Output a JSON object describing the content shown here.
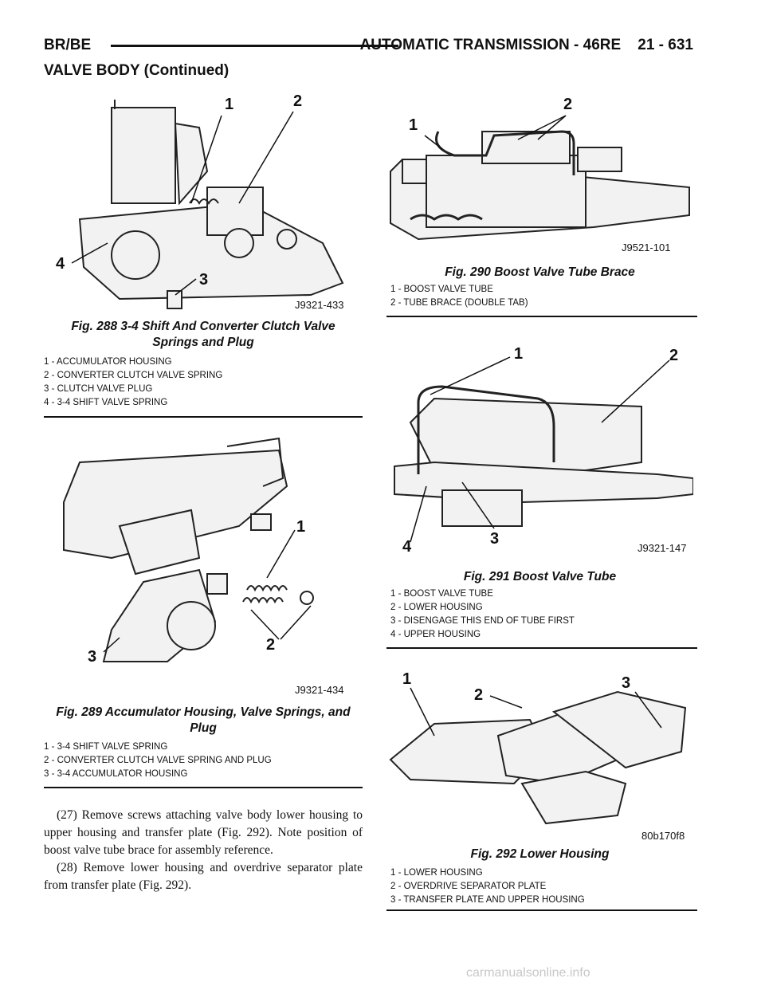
{
  "header": {
    "left": "BR/BE",
    "right": "AUTOMATIC TRANSMISSION - 46RE    21 - 631"
  },
  "section_title": "VALVE BODY (Continued)",
  "figures": {
    "fig288": {
      "code": "J9321-433",
      "callouts": [
        "1",
        "2",
        "3",
        "4"
      ],
      "caption_line1": "Fig. 288 3-4 Shift And Converter Clutch Valve",
      "caption_line2": "Springs and Plug",
      "legend": [
        "1 - ACCUMULATOR HOUSING",
        "2 - CONVERTER CLUTCH VALVE SPRING",
        "3 - CLUTCH VALVE PLUG",
        "4 - 3-4 SHIFT VALVE SPRING"
      ]
    },
    "fig289": {
      "code": "J9321-434",
      "callouts": [
        "1",
        "2",
        "3"
      ],
      "caption_line1": "Fig. 289 Accumulator Housing, Valve Springs, and",
      "caption_line2": "Plug",
      "legend": [
        "1 - 3-4 SHIFT VALVE SPRING",
        "2 - CONVERTER CLUTCH VALVE SPRING AND PLUG",
        "3 - 3-4 ACCUMULATOR HOUSING"
      ]
    },
    "fig290": {
      "code": "J9521-101",
      "callouts": [
        "1",
        "2"
      ],
      "caption": "Fig. 290 Boost Valve Tube Brace",
      "legend": [
        "1 - BOOST VALVE TUBE",
        "2 - TUBE BRACE (DOUBLE TAB)"
      ]
    },
    "fig291": {
      "code": "J9321-147",
      "callouts": [
        "1",
        "2",
        "3",
        "4"
      ],
      "caption": "Fig. 291 Boost Valve Tube",
      "legend": [
        "1 - BOOST VALVE TUBE",
        "2 - LOWER HOUSING",
        "3 - DISENGAGE THIS END OF TUBE FIRST",
        "4 - UPPER HOUSING"
      ]
    },
    "fig292": {
      "code": "80b170f8",
      "callouts": [
        "1",
        "2",
        "3"
      ],
      "caption": "Fig. 292 Lower Housing",
      "legend": [
        "1 - LOWER HOUSING",
        "2 - OVERDRIVE SEPARATOR PLATE",
        "3 - TRANSFER PLATE AND UPPER HOUSING"
      ]
    }
  },
  "body_paragraphs": [
    "(27) Remove screws attaching valve body lower housing to upper housing and transfer plate (Fig. 292). Note position of boost valve tube brace for assembly reference.",
    "(28) Remove lower housing and overdrive separator plate from transfer plate (Fig. 292)."
  ],
  "watermark": "carmanualsonline.info"
}
